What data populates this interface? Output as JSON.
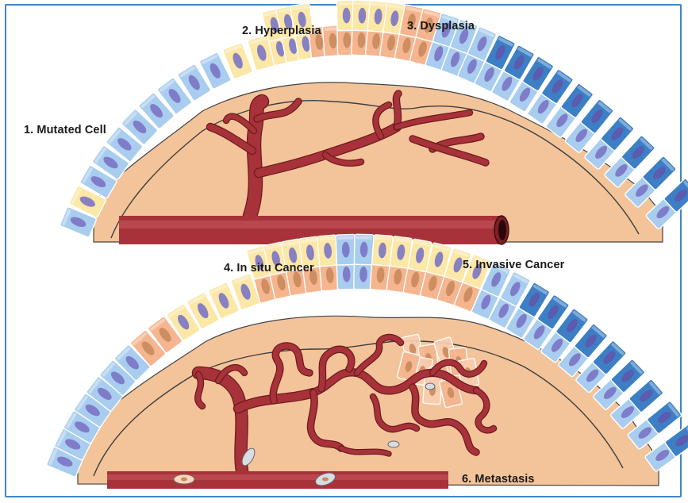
{
  "labels": {
    "mutated_cell": "1. Mutated Cell",
    "hyperplasia": "2. Hyperplasia",
    "dysplasia": "3. Dysplasia",
    "in_situ_cancer": "4. In situ Cancer",
    "invasive_cancer": "5. Invasive Cancer",
    "metastasis": "6. Metastasis"
  },
  "colors": {
    "border": "#3f86c4",
    "tissue": "#f3c49a",
    "tissue_edge": "#3e3e3e",
    "normal_cell": "#a9cdee",
    "normal_cell_dark": "#3c7fc4",
    "normal_nucleus": "#7a74c4",
    "hyperplastic_cell": "#fbe7a6",
    "dysplastic_cell": "#f5b58f",
    "cancer_nucleus": "#c98a5c",
    "vessel": "#a8323a",
    "vessel_light": "#c95a5e"
  }
}
